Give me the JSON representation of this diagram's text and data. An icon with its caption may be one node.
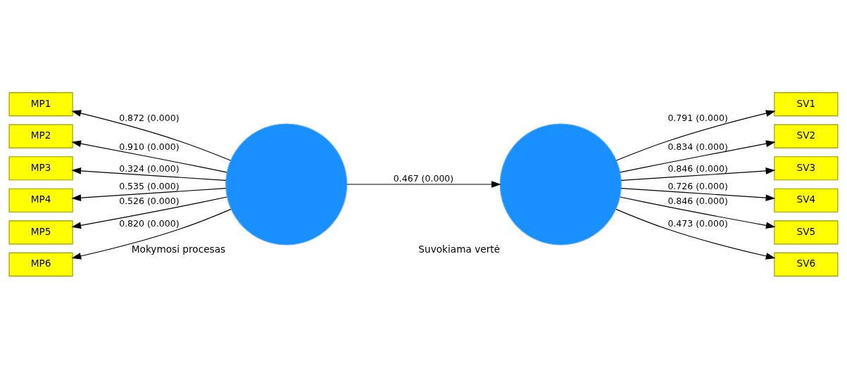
{
  "diagram": {
    "nodes": [
      {
        "text": [
          "Mokymosi procesas"
        ]
      },
      {
        "text": [
          "Suvokiama vertė"
        ]
      },
      {
        "text": [
          "MP1"
        ]
      },
      {
        "text": [
          "MP2"
        ]
      },
      {
        "text": [
          "MP3"
        ]
      },
      {
        "text": [
          "MP4"
        ]
      },
      {
        "text": [
          "MP5"
        ]
      },
      {
        "text": [
          "MP6"
        ]
      },
      {
        "text": [
          "SV1"
        ]
      },
      {
        "text": [
          "SV2"
        ]
      },
      {
        "text": [
          "SV3"
        ]
      },
      {
        "text": [
          "SV4"
        ]
      },
      {
        "text": [
          "SV5"
        ]
      },
      {
        "text": [
          "SV6"
        ]
      }
    ],
    "edges": [
      {
        "from": 0,
        "to": 2,
        "arrow": "to",
        "label": "0.872 (0.000)"
      },
      {
        "from": 0,
        "to": 3,
        "arrow": "to",
        "label": "0.910 (0.000)"
      },
      {
        "from": 0,
        "to": 4,
        "arrow": "to",
        "label": "0.324 (0.000)"
      },
      {
        "from": 0,
        "to": 5,
        "arrow": "to",
        "label": "0.535 (0.000)"
      },
      {
        "from": 0,
        "to": 6,
        "arrow": "to",
        "label": "0.526 (0.000)"
      },
      {
        "from": 0,
        "to": 7,
        "arrow": "to",
        "label": "0.820 (0.000)"
      },
      {
        "from": 0,
        "to": 1,
        "arrow": "to",
        "label": "0.467 (0.000)"
      },
      {
        "from": 1,
        "to": 8,
        "arrow": "to",
        "label": "0.791 (0.000)"
      },
      {
        "from": 1,
        "to": 9,
        "arrow": "to",
        "label": "0.834 (0.000)"
      },
      {
        "from": 1,
        "to": 10,
        "arrow": "to",
        "label": "0.846 (0.000)"
      },
      {
        "from": 1,
        "to": 11,
        "arrow": "to",
        "label": "0.726 (0.000)"
      },
      {
        "from": 1,
        "to": 12,
        "arrow": "to",
        "label": "0.846 (0.000)"
      },
      {
        "from": 1,
        "to": 13,
        "arrow": "to",
        "label": "0.473 (0.000)"
      }
    ]
  }
}
